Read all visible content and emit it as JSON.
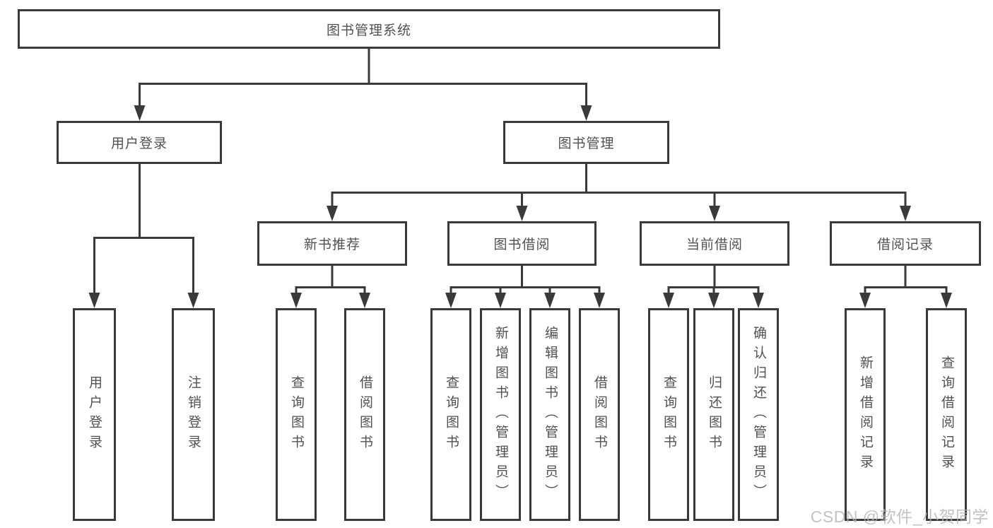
{
  "theme": {
    "line-color": "#3a3a3a",
    "text-color": "#515151",
    "watermark-color": "#b4b4b4",
    "background": "#ffffff"
  },
  "diagram": {
    "root": {
      "label": "图书管理系统"
    },
    "level2": {
      "user_login": "用户登录",
      "book_management": "图书管理"
    },
    "level3": {
      "new_book_recommend": "新书推荐",
      "book_borrow": "图书借阅",
      "current_borrow": "当前借阅",
      "borrow_records": "借阅记录"
    },
    "leaves": {
      "user_login": [
        "用户登录",
        "注销登录"
      ],
      "new_book_recommend": [
        "查询图书",
        "借阅图书"
      ],
      "book_borrow": [
        "查询图书",
        "新增图书（管理员）",
        "编辑图书（管理员）",
        "借阅图书"
      ],
      "current_borrow": [
        "查询图书",
        "归还图书",
        "确认归还（管理员）"
      ],
      "borrow_records": [
        "新增借阅记录",
        "查询借阅记录"
      ]
    }
  },
  "watermark": {
    "text": "CSDN @软件_小贺同学"
  }
}
